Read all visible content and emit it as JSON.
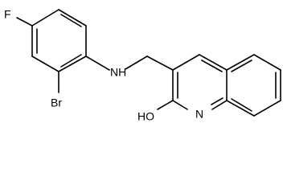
{
  "molecule": {
    "atoms": {
      "F": "F",
      "Br": "Br",
      "NH": "NH",
      "HO": "HO",
      "N": "N"
    }
  }
}
